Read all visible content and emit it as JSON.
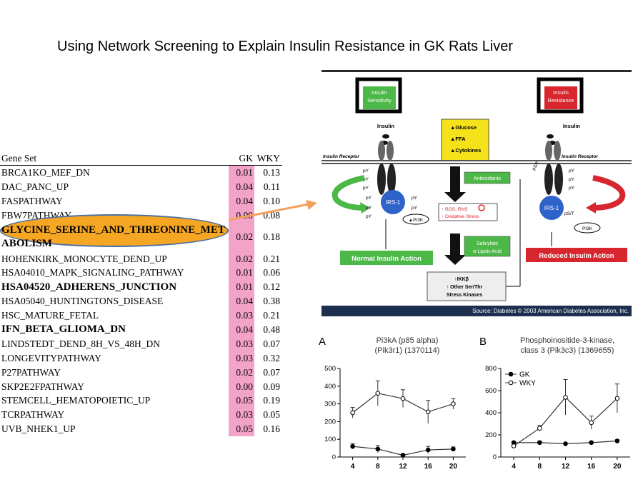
{
  "title": "Using Network Screening to Explain Insulin Resistance in GK Rats Liver",
  "table": {
    "headers": {
      "gene_set": "Gene Set",
      "gk": "GK",
      "wky": "WKY"
    },
    "rows": [
      {
        "name": "BRCA1KO_MEF_DN",
        "gk": "0.01",
        "wky": "0.13",
        "bold": false
      },
      {
        "name": "DAC_PANC_UP",
        "gk": "0.04",
        "wky": "0.11",
        "bold": false
      },
      {
        "name": "FASPATHWAY",
        "gk": "0.04",
        "wky": "0.10",
        "bold": false
      },
      {
        "name": "FBW7PATHWAY",
        "gk": "0.00",
        "wky": "0.08",
        "bold": false
      },
      {
        "name": "GLYCINE_SERINE_AND_THREONINE_METABOLISM",
        "gk": "0.02",
        "wky": "0.18",
        "bold": true
      },
      {
        "name": "HOHENKIRK_MONOCYTE_DEND_UP",
        "gk": "0.02",
        "wky": "0.21",
        "bold": false
      },
      {
        "name": "HSA04010_MAPK_SIGNALING_PATHWAY",
        "gk": "0.01",
        "wky": "0.06",
        "bold": false
      },
      {
        "name": "HSA04520_ADHERENS_JUNCTION",
        "gk": "0.01",
        "wky": "0.12",
        "bold": true
      },
      {
        "name": "HSA05040_HUNTINGTONS_DISEASE",
        "gk": "0.04",
        "wky": "0.38",
        "bold": false
      },
      {
        "name": "HSC_MATURE_FETAL",
        "gk": "0.03",
        "wky": "0.21",
        "bold": false
      },
      {
        "name": "IFN_BETA_GLIOMA_DN",
        "gk": "0.04",
        "wky": "0.48",
        "bold": true
      },
      {
        "name": "LINDSTEDT_DEND_8H_VS_48H_DN",
        "gk": "0.03",
        "wky": "0.07",
        "bold": false
      },
      {
        "name": "LONGEVITYPATHWAY",
        "gk": "0.03",
        "wky": "0.32",
        "bold": false
      },
      {
        "name": "P27PATHWAY",
        "gk": "0.02",
        "wky": "0.07",
        "bold": false
      },
      {
        "name": "SKP2E2FPATHWAY",
        "gk": "0.00",
        "wky": "0.09",
        "bold": false
      },
      {
        "name": "STEMCELL_HEMATOPOIETIC_UP",
        "gk": "0.05",
        "wky": "0.19",
        "bold": false
      },
      {
        "name": "TCRPATHWAY",
        "gk": "0.03",
        "wky": "0.05",
        "bold": false
      },
      {
        "name": "UVB_NHEK1_UP",
        "gk": "0.05",
        "wky": "0.16",
        "bold": false
      }
    ]
  },
  "diagram": {
    "insulin_sensitivity": "Insulin Sensitivity",
    "insulin_resistance": "Insulin Resistance",
    "insulin_left": "Insulin",
    "insulin_right": "Insulin",
    "receptor_left": "Insulin Receptor",
    "receptor_right": "Insulin Receptor",
    "glucose": "Glucose",
    "ffa": "FFA",
    "cytokines": "Cytokines",
    "antioxidants": "Antioxidants",
    "ros_line1": "ROS, RNS",
    "ros_line2": "Oxidative Stress",
    "salicylate_line1": "Salicylate",
    "salicylate_line2": "α-Lipoic Acid",
    "ikk": "IKKβ",
    "ser_thr_line1": "Other Ser/Thr",
    "ser_thr_line2": "Stress Kinases",
    "irs1_left": "IRS-1",
    "irs1_right": "IRS-1",
    "pi3k_left": "PI3K",
    "pi3k_right": "PI3K",
    "py": "pY",
    "ps_t": "pS/T",
    "normal_action": "Normal Insulin Action",
    "reduced_action": "Reduced Insulin Action",
    "source": "Source: Diabetes © 2003 American Diabetes Association, Inc.",
    "colors": {
      "green": "#4cb848",
      "red": "#d7262e",
      "yellow": "#f5e21b",
      "blue": "#2e63c9",
      "navy": "#1c2f4e"
    }
  },
  "chart_data": [
    {
      "type": "line",
      "panel": "A",
      "title": "Pi3kA (p85 alpha)",
      "subtitle": "(Pik3r1) (1370114)",
      "x": [
        4,
        8,
        12,
        16,
        20
      ],
      "ylim": [
        0,
        500
      ],
      "yticks": [
        0,
        100,
        200,
        300,
        400,
        500
      ],
      "series": [
        {
          "name": "GK",
          "marker": "filled",
          "values": [
            60,
            45,
            10,
            40,
            45
          ],
          "errors": [
            15,
            20,
            8,
            20,
            12
          ]
        },
        {
          "name": "WKY",
          "marker": "open",
          "values": [
            250,
            360,
            330,
            255,
            300
          ],
          "errors": [
            30,
            70,
            50,
            65,
            30
          ]
        }
      ]
    },
    {
      "type": "line",
      "panel": "B",
      "title": "Phosphoinositide-3-kinase,",
      "subtitle": "class 3 (Pik3c3) (1369655)",
      "x": [
        4,
        8,
        12,
        16,
        20
      ],
      "ylim": [
        0,
        800
      ],
      "yticks": [
        0,
        200,
        400,
        600,
        800
      ],
      "legend": [
        "GK",
        "WKY"
      ],
      "series": [
        {
          "name": "GK",
          "marker": "filled",
          "values": [
            130,
            130,
            120,
            130,
            145
          ],
          "errors": [
            10,
            15,
            8,
            10,
            12
          ]
        },
        {
          "name": "WKY",
          "marker": "open",
          "values": [
            100,
            260,
            540,
            310,
            530
          ],
          "errors": [
            10,
            25,
            160,
            60,
            130
          ]
        }
      ]
    }
  ]
}
